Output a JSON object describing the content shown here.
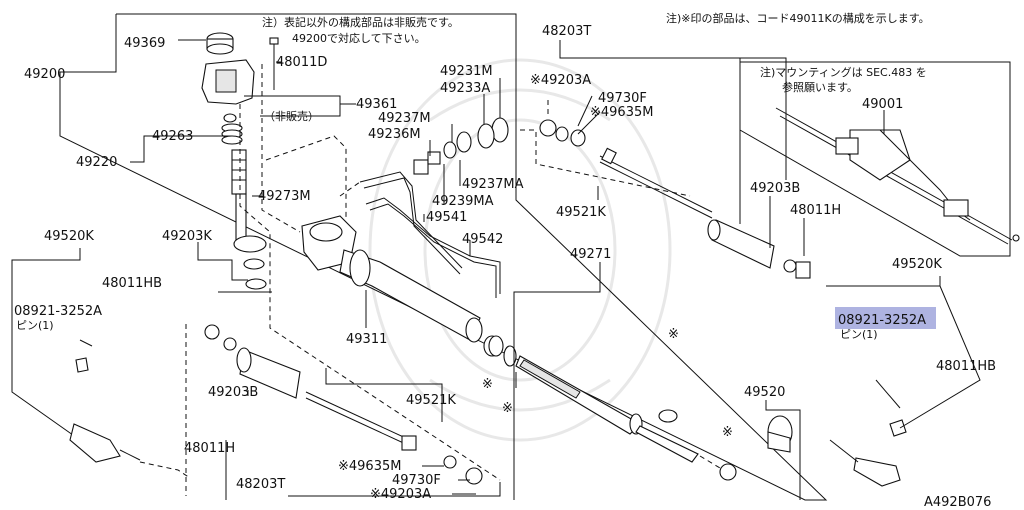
{
  "diagram_id": "A492B076",
  "notes": {
    "top_center_line1": "注）表記以外の構成部品は非販売です。",
    "top_center_line2": "49200で対応して下さい。",
    "top_right": "注)※印の部品は、コード49011Kの構成を示します。",
    "mounting_line1": "注)マウンティングは SEC.483 を",
    "mounting_line2": "参照願います。",
    "not_sold": "（非販売）"
  },
  "labels": {
    "p49369": "49369",
    "p48011D": "48011D",
    "p49200": "49200",
    "p49361": "49361",
    "p49263": "49263",
    "p49220": "49220",
    "p49273M": "49273M",
    "p49203K": "49203K",
    "p49520K_left": "49520K",
    "p48011HB_left": "48011HB",
    "p08921_left": "08921-3252A",
    "pin_left": "ピン(1)",
    "p49311": "49311",
    "p49231M": "49231M",
    "p49233A": "49233A",
    "p49237M": "49237M",
    "p49236M": "49236M",
    "p49237MA": "49237MA",
    "p49239MA": "49239MA",
    "p49541": "49541",
    "p49542": "49542",
    "p48203T_top": "48203T",
    "p49203A_top": "※49203A",
    "p49730F_top": "49730F",
    "p49635M_top": "※49635M",
    "p49521K_top": "49521K",
    "p49203B_right": "49203B",
    "p48011H_right": "48011H",
    "p49001": "49001",
    "p49520K_right": "49520K",
    "p08921_right": "08921-3252A",
    "pin_right": "ピン(1)",
    "p48011HB_right": "48011HB",
    "p49271": "49271",
    "p49520": "49520",
    "p49203B_bottom": "49203B",
    "p48011H_bottom": "48011H",
    "p48203T_bottom": "48203T",
    "p49521K_bottom": "49521K",
    "p49635M_bottom": "※49635M",
    "p49730F_bottom": "49730F",
    "p49203A_bottom": "※49203A",
    "star": "※"
  },
  "highlight_color": "#6b74c8"
}
